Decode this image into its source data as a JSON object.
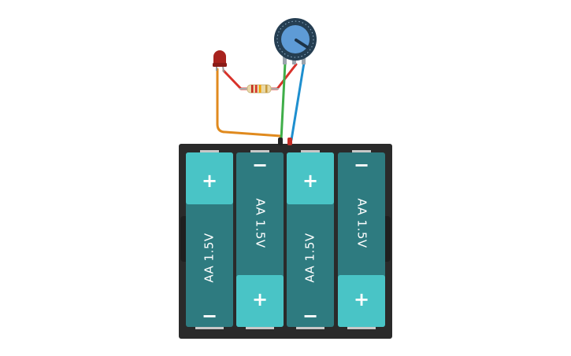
{
  "colors": {
    "cell_body": "#2e7b80",
    "cell_cap": "#49c4c6",
    "holder": "#2a2a2a",
    "wire_orange": "#e08a1e",
    "wire_red": "#d8322a",
    "wire_green": "#3fae49",
    "wire_blue": "#1e8fcf",
    "led": "#a8231e",
    "pot_knob": "#5e9bd6",
    "pot_body": "#253e52"
  },
  "battery_pack": {
    "cells": [
      {
        "label": "AA 1.5V",
        "top_sign": "+",
        "bottom_sign": "−"
      },
      {
        "label": "AA 1.5V",
        "top_sign": "−",
        "bottom_sign": "+"
      },
      {
        "label": "AA 1.5V",
        "top_sign": "+",
        "bottom_sign": "−"
      },
      {
        "label": "AA 1.5V",
        "top_sign": "−",
        "bottom_sign": "+"
      }
    ]
  },
  "components": {
    "led": "led-icon",
    "resistor": "resistor-icon",
    "potentiometer": "potentiometer-icon"
  }
}
